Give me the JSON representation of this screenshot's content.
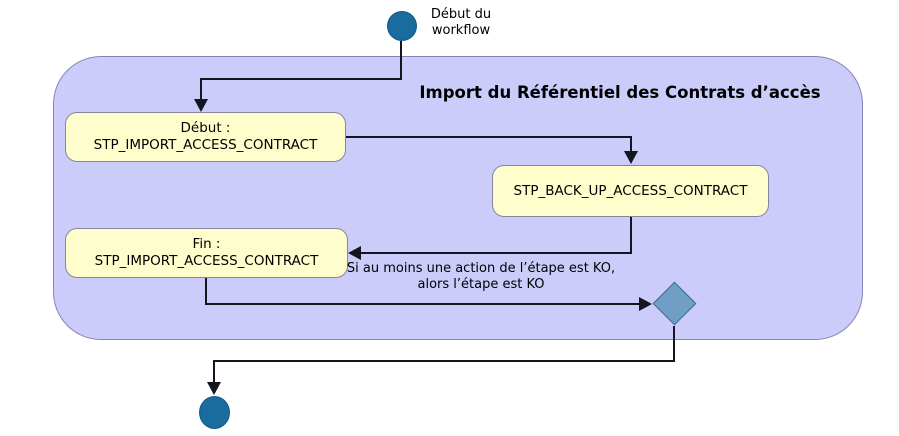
{
  "workflow": {
    "start": {
      "label_line1": "Début du",
      "label_line2": "workflow"
    },
    "partition": {
      "title": "Import du Référentiel des Contrats d’accès"
    },
    "steps": {
      "debut": {
        "title": "Début :",
        "name": "STP_IMPORT_ACCESS_CONTRACT"
      },
      "backup": {
        "name": "STP_BACK_UP_ACCESS_CONTRACT"
      },
      "fin": {
        "title": "Fin :",
        "name": "STP_IMPORT_ACCESS_CONTRACT"
      }
    },
    "note": {
      "line1": "Si au moins une action de l’étape est KO,",
      "line2": "alors l’étape est KO"
    }
  },
  "colors": {
    "partition_fill": "#ccccfa",
    "partition_border": "#8585b8",
    "step_fill": "#fefecd",
    "step_border": "#85859e",
    "terminal_fill": "#1a6b9e",
    "decision_fill": "#6f9fc4",
    "decision_border": "#3d689a",
    "connector": "#15151f",
    "text": "#000000"
  }
}
